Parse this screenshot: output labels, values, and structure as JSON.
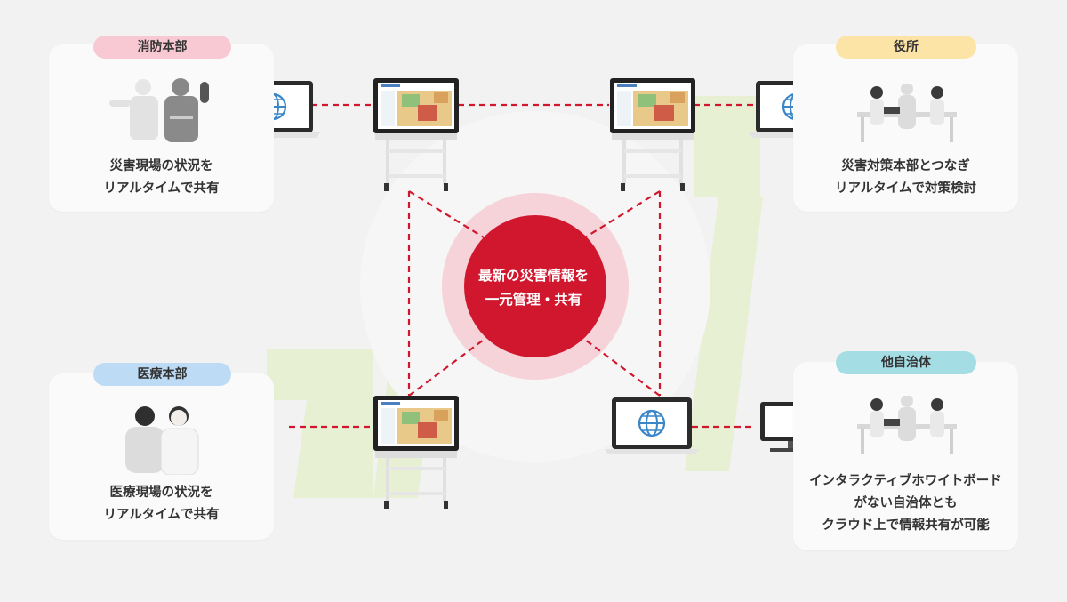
{
  "colors": {
    "accent_red": "#d0172d",
    "fire_tag": "#f8c9d2",
    "office_tag": "#fce3a6",
    "medical_tag": "#bddbf5",
    "other_tag": "#a5dde4",
    "green_bg": "#e6efcf"
  },
  "hub": {
    "text": "最新の災害情報を\n一元管理・共有"
  },
  "nodes": {
    "fire": {
      "tag": "消防本部",
      "text": "災害現場の状況を\nリアルタイムで共有",
      "icon": "firefighters"
    },
    "office": {
      "tag": "役所",
      "text": "災害対策本部とつなぎ\nリアルタイムで対策検討",
      "icon": "meeting-people"
    },
    "medical": {
      "tag": "医療本部",
      "text": "医療現場の状況を\nリアルタイムで共有",
      "icon": "doctors"
    },
    "other": {
      "tag": "他自治体",
      "text": "インタラクティブホワイトボード\nがない自治体とも\nクラウド上で情報共有が可能",
      "icon": "meeting-people"
    }
  },
  "devices": {
    "laptops": [
      "globe-icon",
      "globe-icon",
      "globe-icon"
    ],
    "whiteboards": [
      "map-screen",
      "map-screen",
      "map-screen"
    ],
    "monitor": "monitor-icon"
  }
}
